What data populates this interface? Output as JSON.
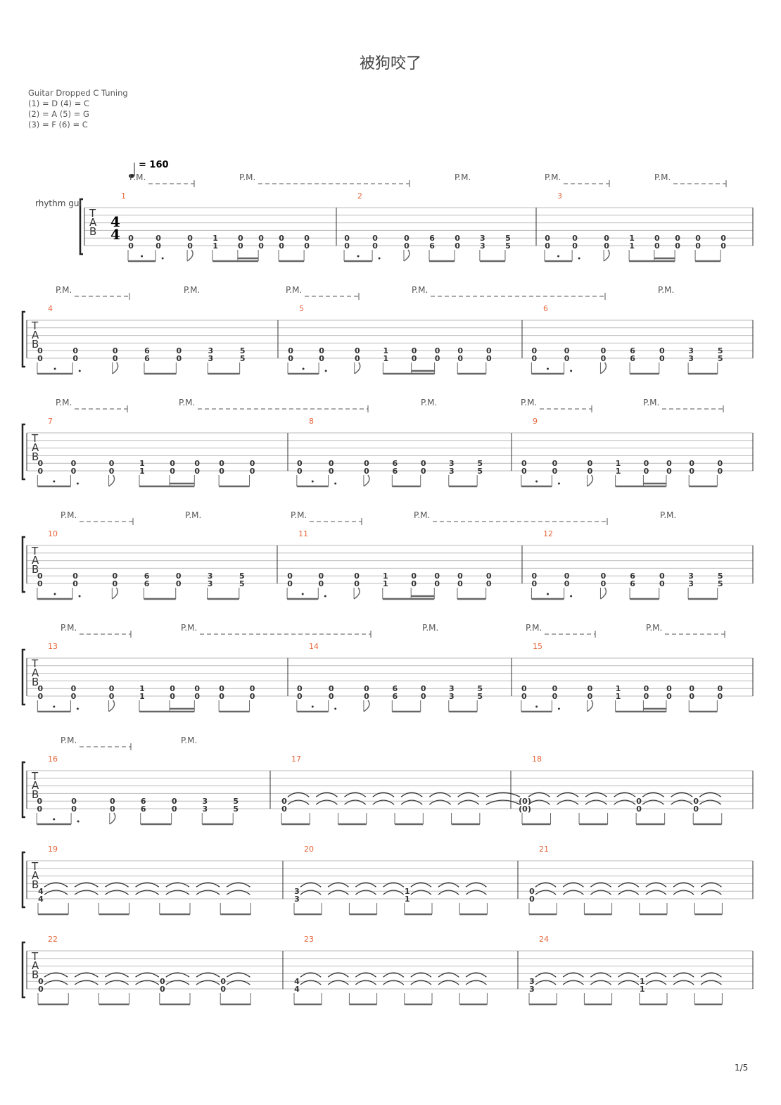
{
  "title": "被狗咬了",
  "tuning": {
    "heading": "Guitar Dropped C Tuning",
    "lines": [
      "(1) = D (4) = C",
      "(2) = A (5) = G",
      "(3) = F  (6) = C"
    ]
  },
  "tempo": {
    "value": "= 160"
  },
  "track_name": "rhythm gui",
  "time_signature": {
    "top": "4",
    "bottom": "4"
  },
  "tab_letters": [
    "T",
    "A",
    "B"
  ],
  "palm_mute_label": "P.M.",
  "page_number": "1/5",
  "measures": [
    {
      "n": "1",
      "type": "A"
    },
    {
      "n": "2",
      "type": "B"
    },
    {
      "n": "3",
      "type": "A"
    },
    {
      "n": "4",
      "type": "B"
    },
    {
      "n": "5",
      "type": "A"
    },
    {
      "n": "6",
      "type": "B"
    },
    {
      "n": "7",
      "type": "A"
    },
    {
      "n": "8",
      "type": "B"
    },
    {
      "n": "9",
      "type": "A"
    },
    {
      "n": "10",
      "type": "B"
    },
    {
      "n": "11",
      "type": "A"
    },
    {
      "n": "12",
      "type": "B"
    },
    {
      "n": "13",
      "type": "A"
    },
    {
      "n": "14",
      "type": "B"
    },
    {
      "n": "15",
      "type": "A"
    },
    {
      "n": "16",
      "type": "B"
    },
    {
      "n": "17",
      "type": "T",
      "frets": {
        "0": "0"
      },
      "tieOut": true
    },
    {
      "n": "18",
      "type": "T",
      "frets": {
        "0": "(0)",
        "4": "0",
        "6": "0"
      }
    },
    {
      "n": "19",
      "type": "T",
      "frets": {
        "0": "4"
      }
    },
    {
      "n": "20",
      "type": "T",
      "frets": {
        "0": "3",
        "4": "1"
      }
    },
    {
      "n": "21",
      "type": "T",
      "frets": {
        "0": "0"
      }
    },
    {
      "n": "22",
      "type": "T",
      "frets": {
        "0": "0",
        "4": "0",
        "6": "0"
      }
    },
    {
      "n": "23",
      "type": "T",
      "frets": {
        "0": "4"
      }
    },
    {
      "n": "24",
      "type": "T",
      "frets": {
        "0": "3",
        "4": "1"
      }
    }
  ],
  "patterns": {
    "A": [
      "0",
      "0",
      "0",
      "1",
      "0",
      "0",
      "0",
      "0"
    ],
    "B": [
      "0",
      "0",
      "0",
      "6",
      "0",
      "3",
      "5"
    ]
  }
}
